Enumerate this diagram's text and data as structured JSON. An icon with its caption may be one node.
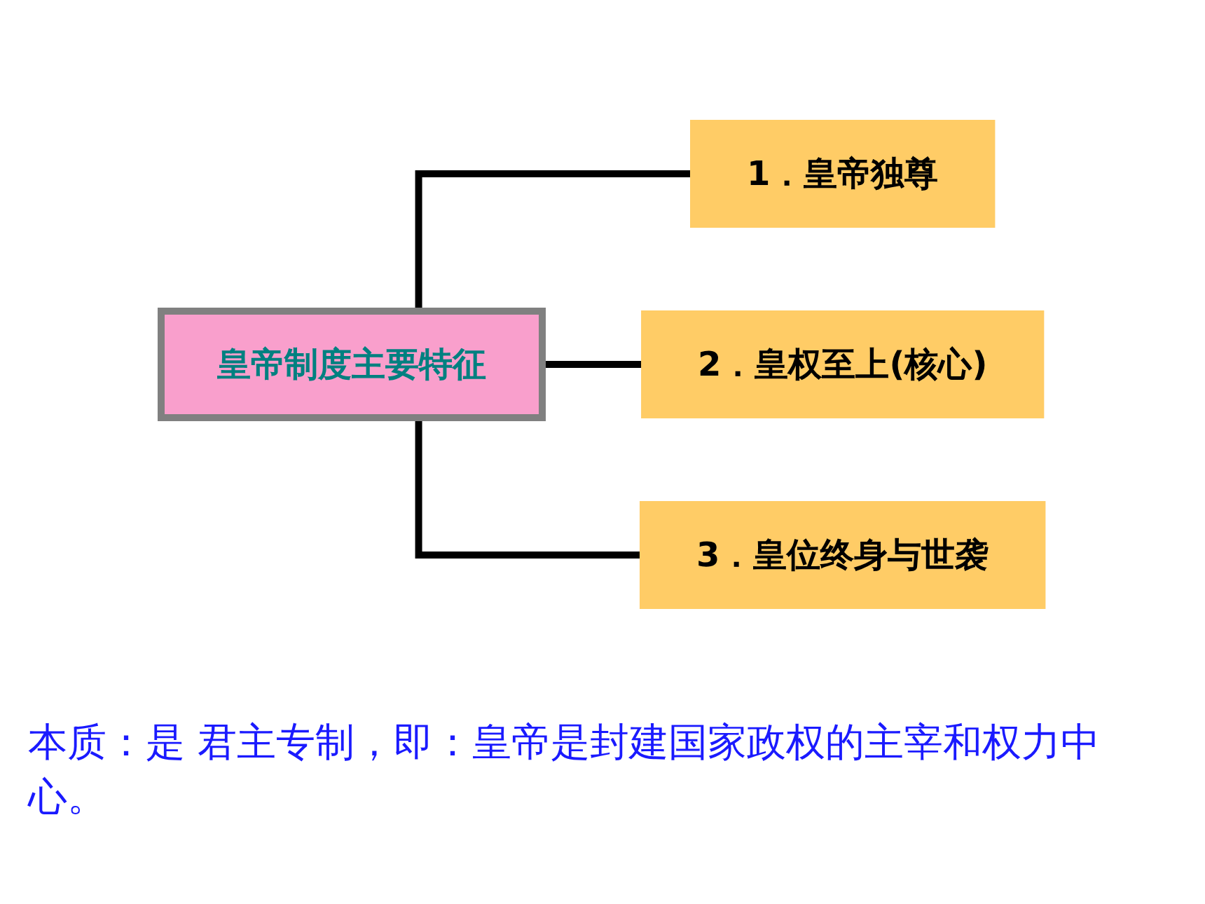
{
  "diagram": {
    "nodes": [
      {
        "text": [
          "皇帝制度主要特征"
        ]
      },
      {
        "text": [
          "1．皇帝独尊"
        ]
      },
      {
        "text": [
          "2．皇权至上(核心)"
        ]
      },
      {
        "text": [
          "3．皇位终身与世袭"
        ]
      }
    ],
    "edges": [
      {
        "from": 0,
        "to": 1,
        "arrow": "none"
      },
      {
        "from": 0,
        "to": 2,
        "arrow": "none"
      },
      {
        "from": 0,
        "to": 3,
        "arrow": "none"
      }
    ],
    "labels": [
      "本质：是 君主专制，即：皇帝是封建国家政权的主宰和权力中心。"
    ]
  }
}
